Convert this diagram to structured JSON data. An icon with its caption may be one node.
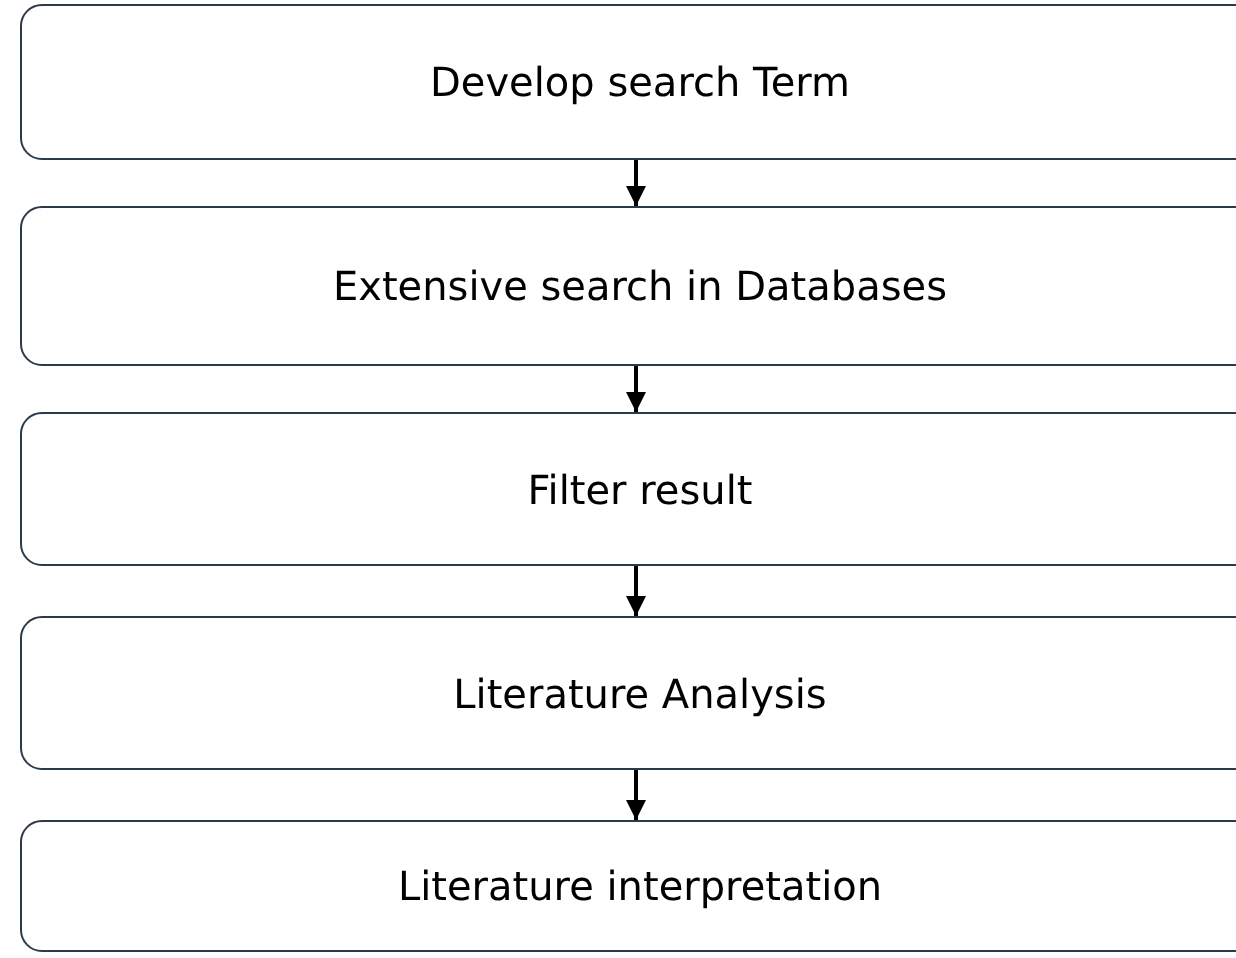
{
  "diagram": {
    "nodes": [
      {
        "text": [
          "Develop search Term"
        ]
      },
      {
        "text": [
          "Extensive search in Databases"
        ]
      },
      {
        "text": [
          "Filter result"
        ]
      },
      {
        "text": [
          "Literature Analysis"
        ]
      },
      {
        "text": [
          "Literature interpretation"
        ]
      }
    ],
    "edges": [
      {
        "from": 0,
        "to": 1,
        "arrow": "to"
      },
      {
        "from": 1,
        "to": 2,
        "arrow": "to"
      },
      {
        "from": 2,
        "to": 3,
        "arrow": "to"
      },
      {
        "from": 3,
        "to": 4,
        "arrow": "to"
      }
    ]
  }
}
